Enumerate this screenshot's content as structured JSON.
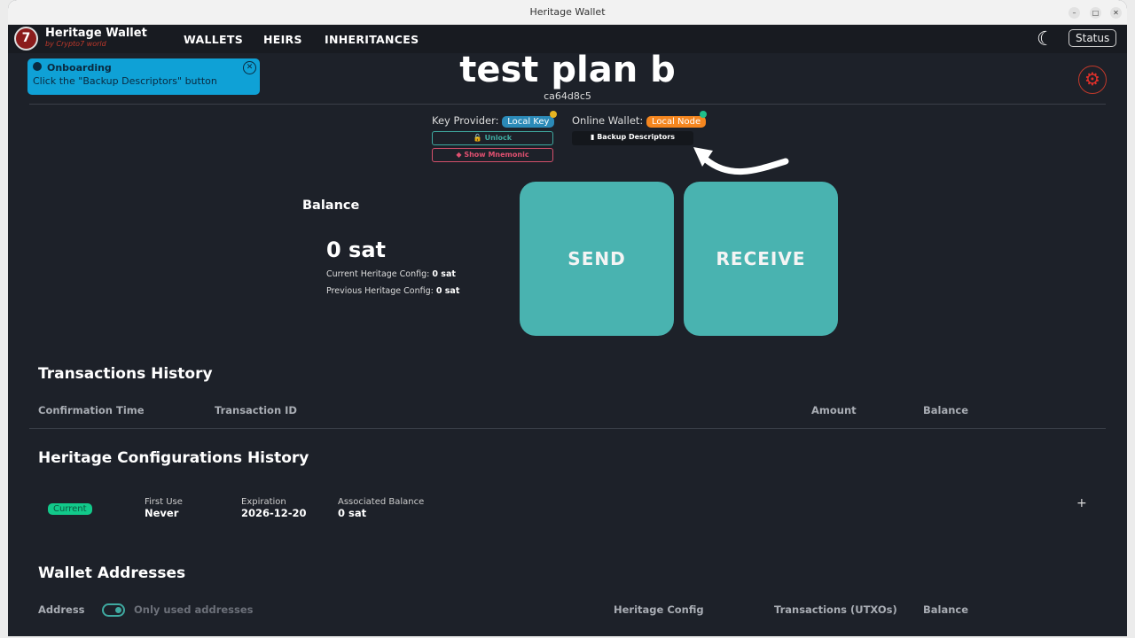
{
  "window": {
    "title": "Heritage Wallet"
  },
  "appbar": {
    "brand": "Heritage Wallet",
    "tagline": "by Crypto7 world",
    "nav": [
      "WALLETS",
      "HEIRS",
      "INHERITANCES"
    ],
    "status_label": "Status"
  },
  "onboarding": {
    "title": "Onboarding",
    "text": "Click the \"Backup Descriptors\" button",
    "icon": "info-icon"
  },
  "wallet": {
    "name": "test plan b",
    "fingerprint": "ca64d8c5"
  },
  "key_provider": {
    "label": "Key Provider:",
    "value": "Local Key",
    "unlock": "Unlock",
    "show_mnemonic": "Show Mnemonic"
  },
  "online_wallet": {
    "label": "Online Wallet:",
    "value": "Local Node",
    "backup": "Backup Descriptors"
  },
  "balance": {
    "title": "Balance",
    "amount": "0 sat",
    "current_label": "Current Heritage Config:",
    "current_value": "0 sat",
    "previous_label": "Previous Heritage Config:",
    "previous_value": "0 sat"
  },
  "actions": {
    "send": "SEND",
    "receive": "RECEIVE"
  },
  "transactions": {
    "title": "Transactions History",
    "columns": [
      "Confirmation Time",
      "Transaction ID",
      "Amount",
      "Balance"
    ]
  },
  "heritage": {
    "title": "Heritage Configurations History",
    "row": {
      "badge": "Current",
      "first_use_label": "First Use",
      "first_use": "Never",
      "expiration_label": "Expiration",
      "expiration": "2026-12-20",
      "assoc_label": "Associated Balance",
      "assoc": "0 sat",
      "expand": "+"
    }
  },
  "addresses": {
    "title": "Wallet Addresses",
    "address_col": "Address",
    "toggle_label": "Only used addresses",
    "toggle_on": true,
    "columns": [
      "Heritage Config",
      "Transactions (UTXOs)",
      "Balance"
    ]
  },
  "colors": {
    "accent": "#49b3b0",
    "bg": "#1d2129",
    "onboarding": "#0fa1d6",
    "local_key": "#2b8ab8",
    "local_node": "#f5861f",
    "current": "#12c98a"
  }
}
